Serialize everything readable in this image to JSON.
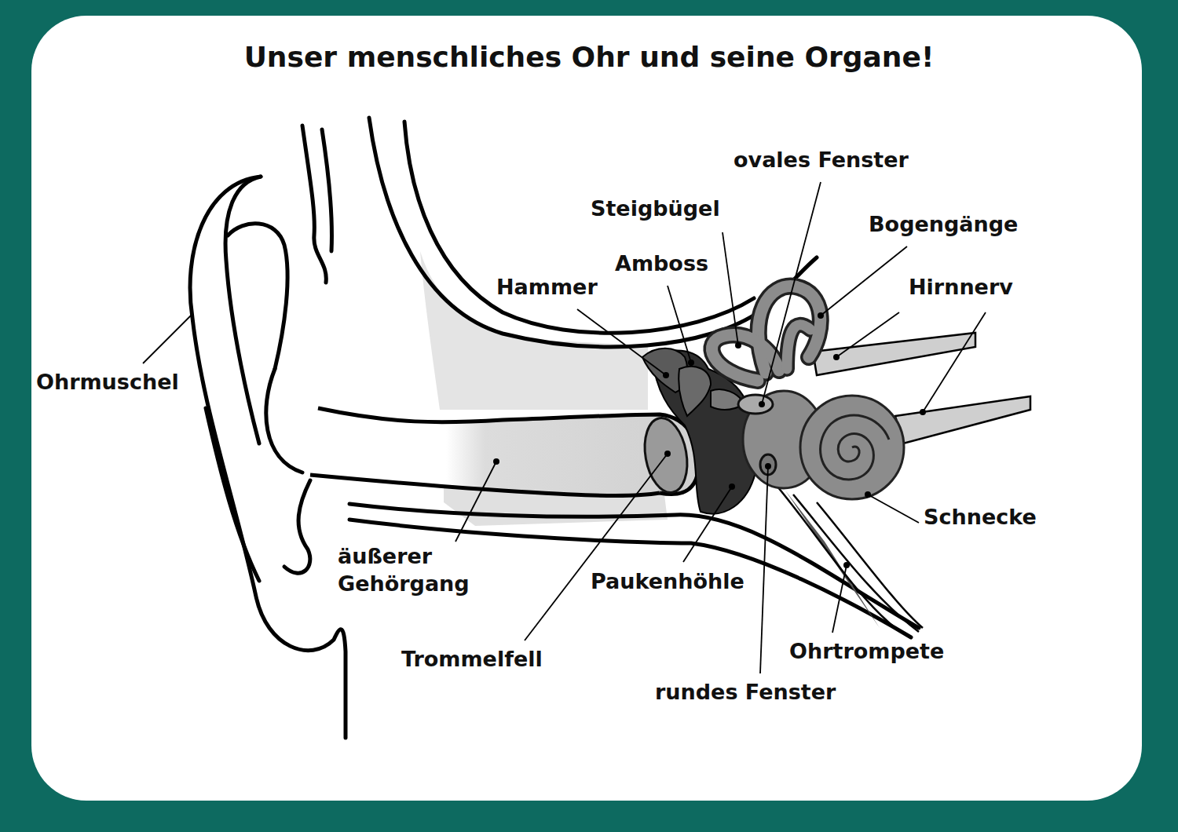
{
  "diagram": {
    "title": "Unser menschliches Ohr und seine Organe!",
    "labels": [
      "ovales Fenster",
      "Steigbügel",
      "Bogengänge",
      "Amboss",
      "Hammer",
      "Hirnnerv",
      "Ohrmuschel",
      "Schnecke",
      "äußerer Gehörgang",
      "Paukenhöhle",
      "Ohrtrompete",
      "Trommelfell",
      "rundes Fenster"
    ]
  }
}
